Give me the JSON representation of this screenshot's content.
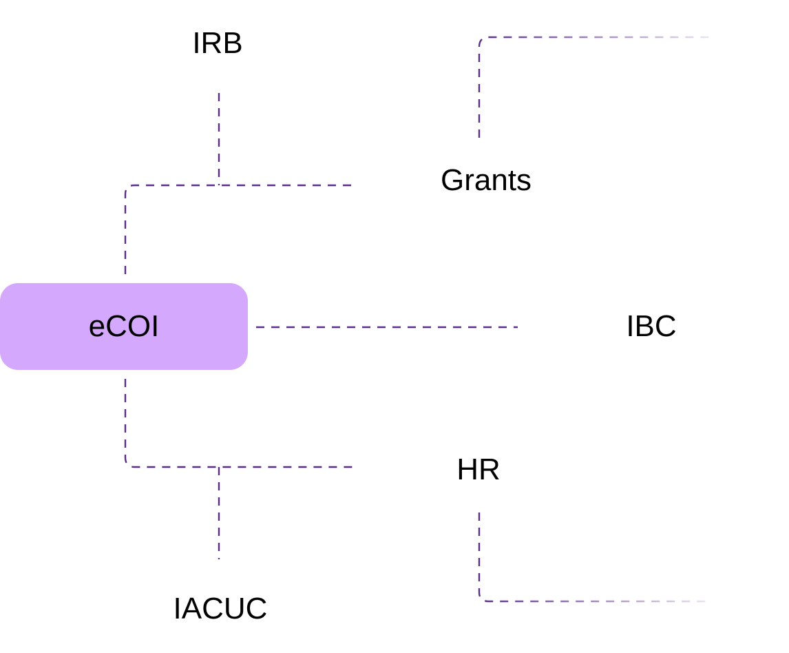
{
  "hub": {
    "label": "eCOI",
    "color": "#d4a8fc"
  },
  "nodes": {
    "irb": "IRB",
    "grants": "Grants",
    "ibc": "IBC",
    "hr": "HR",
    "iacuc": "IACUC"
  },
  "connector_color": "#5b2d8a",
  "connector_style": "dashed"
}
